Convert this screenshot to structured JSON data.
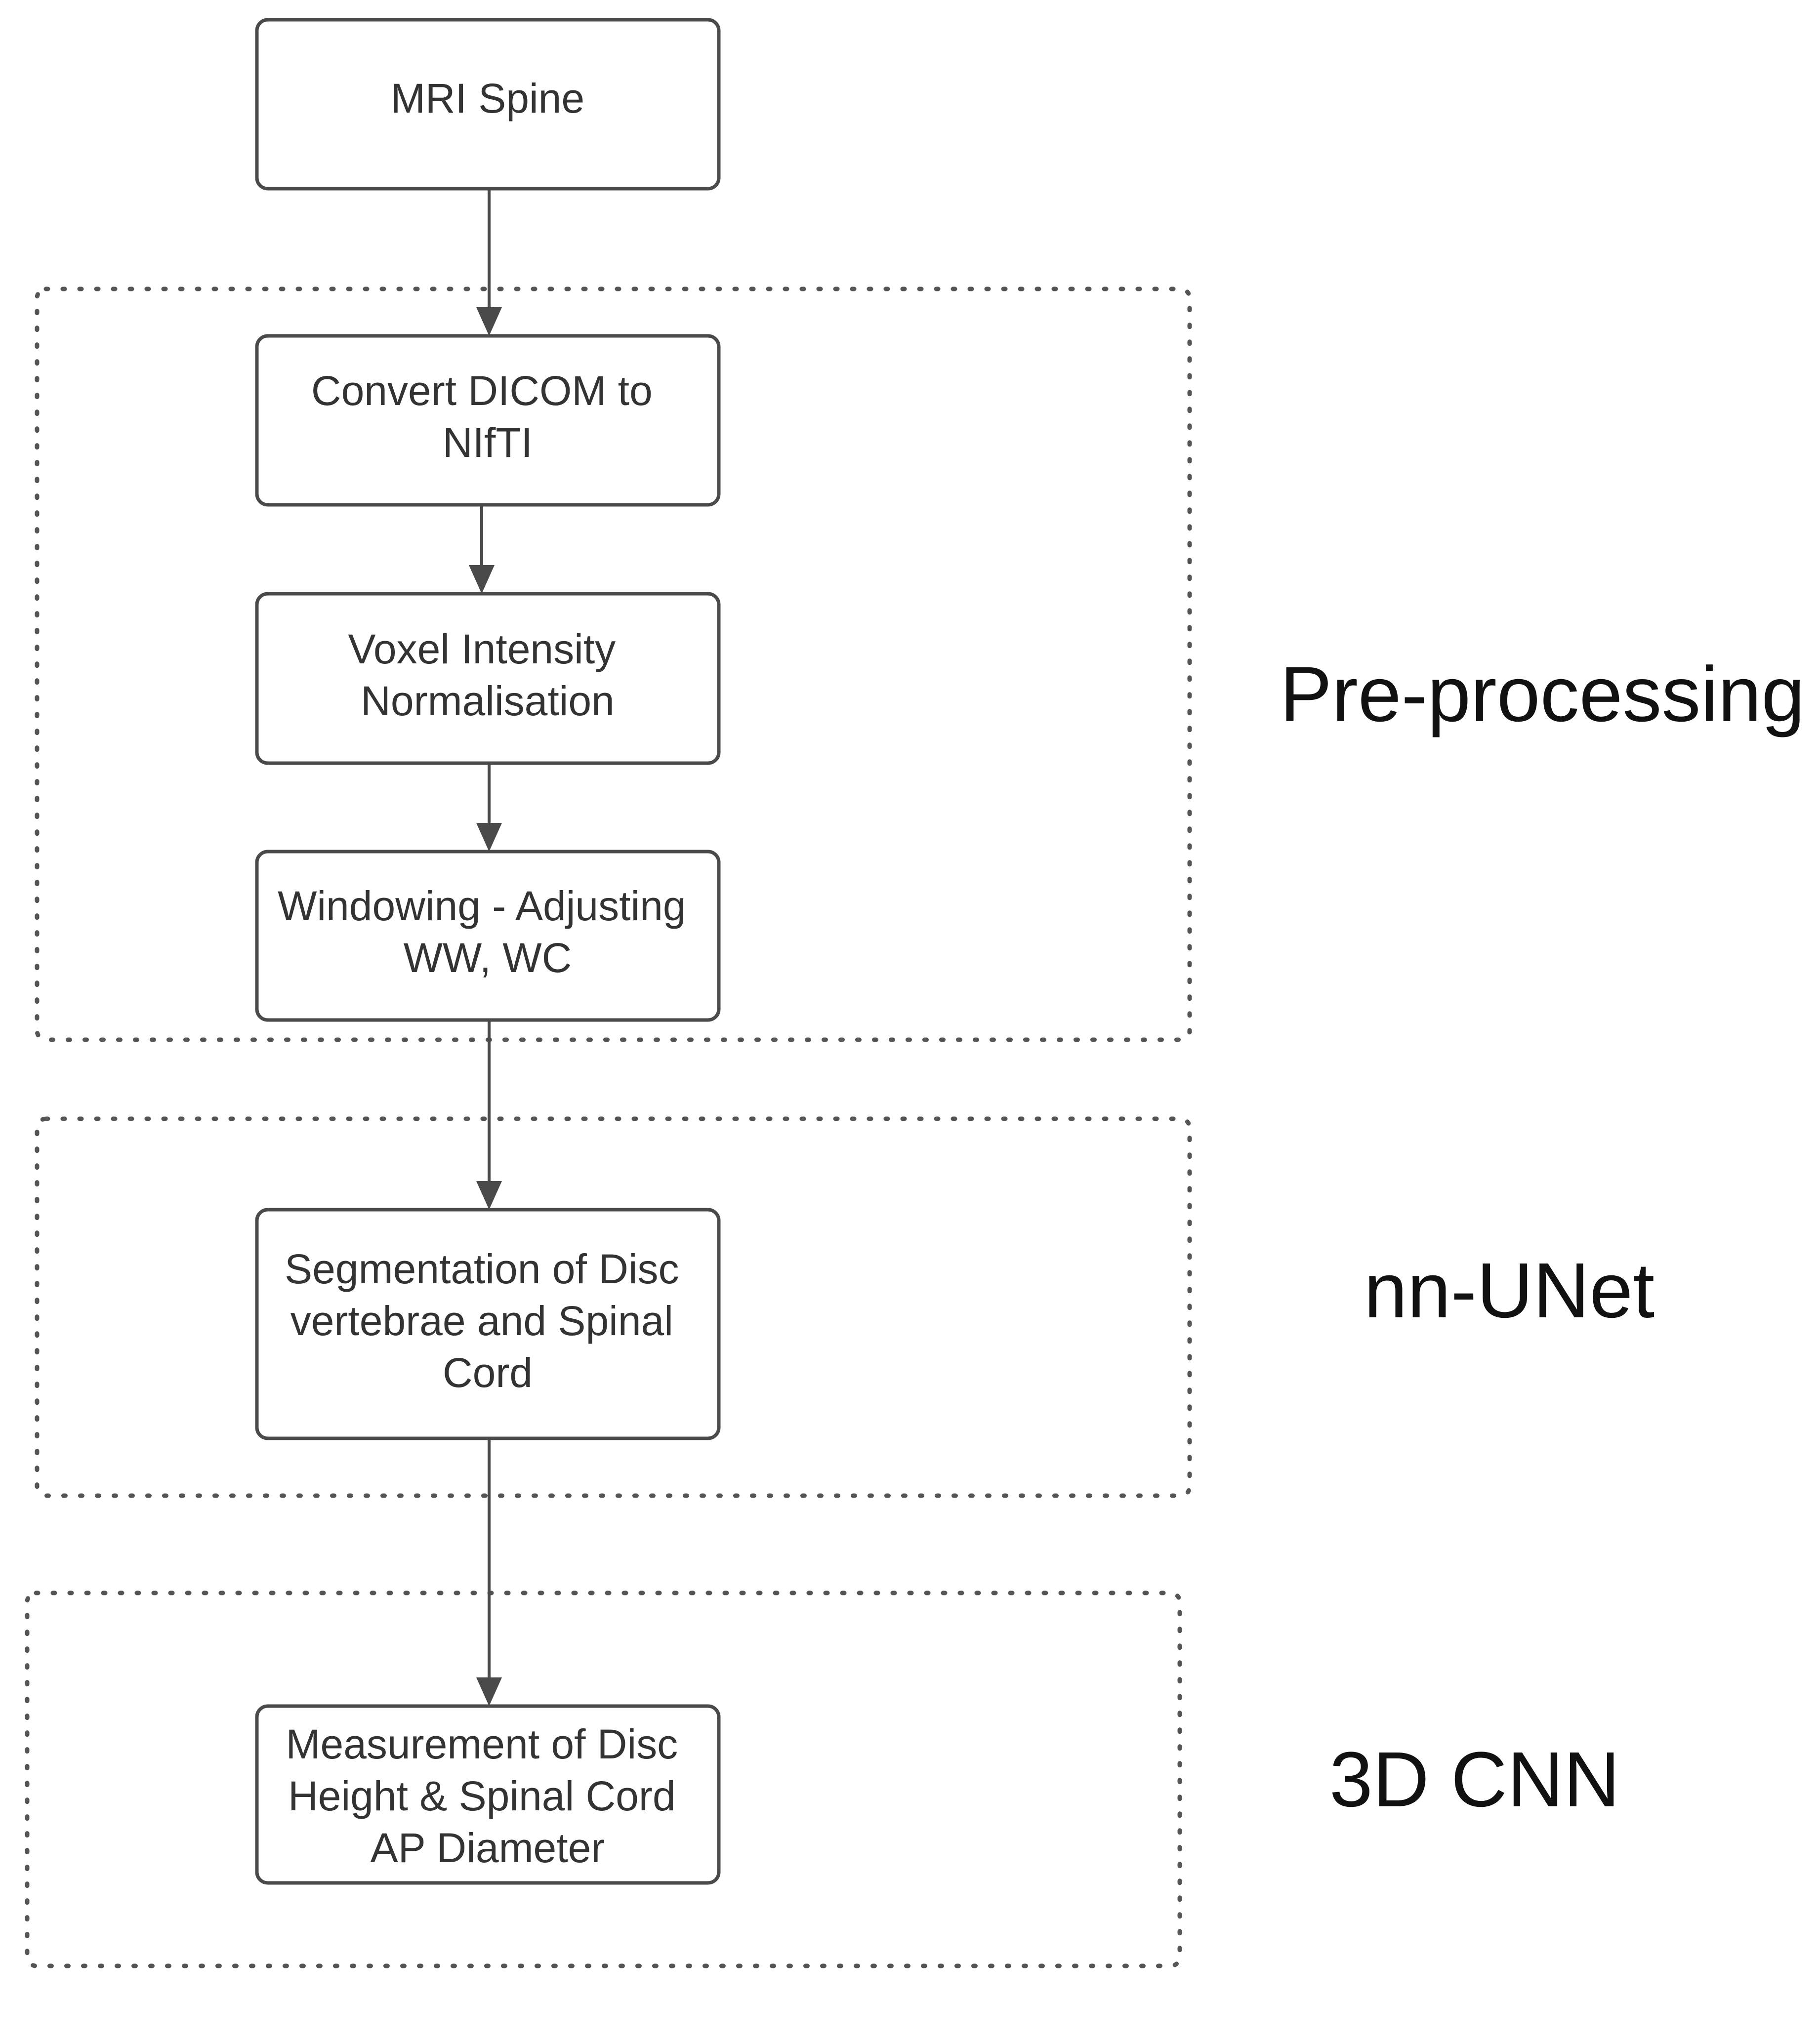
{
  "steps": [
    {
      "id": "mri-spine",
      "lines": [
        "MRI Spine"
      ]
    },
    {
      "id": "convert-dicom",
      "lines": [
        "Convert DICOM to",
        "NIfTI"
      ]
    },
    {
      "id": "voxel-intensity",
      "lines": [
        "Voxel Intensity",
        "Normalisation"
      ]
    },
    {
      "id": "windowing",
      "lines": [
        "Windowing - Adjusting",
        "WW, WC"
      ]
    },
    {
      "id": "segmentation",
      "lines": [
        "Segmentation of Disc",
        "vertebrae and Spinal",
        "Cord"
      ]
    },
    {
      "id": "measurement",
      "lines": [
        "Measurement of Disc",
        "Height & Spinal Cord",
        "AP Diameter"
      ]
    }
  ],
  "groups": [
    {
      "id": "pre-processing",
      "label": "Pre-processing"
    },
    {
      "id": "nn-unet",
      "label": "nn-UNet"
    },
    {
      "id": "3d-cnn",
      "label": "3D CNN"
    }
  ],
  "colors": {
    "box_stroke": "#4a4a4a",
    "group_stroke": "#555555",
    "step_text": "#333333",
    "group_label": "#111111",
    "background": "#ffffff"
  }
}
